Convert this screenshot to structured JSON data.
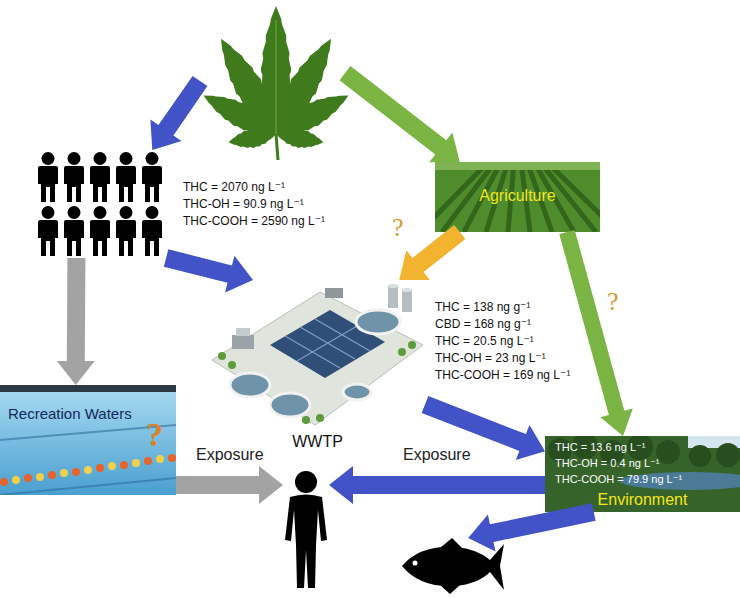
{
  "diagram": {
    "nodes": [
      {
        "text": []
      },
      {
        "text": [
          "THC = 2070 ng L⁻¹",
          "THC-OH = 90.9 ng L⁻¹",
          "THC-COOH = 2590 ng L⁻¹"
        ]
      },
      {
        "text": [
          "Agriculture"
        ]
      },
      {
        "text": [
          "THC = 138 ng g⁻¹",
          "CBD = 168 ng g⁻¹",
          "THC = 20.5 ng L⁻¹",
          "THC-OH = 23 ng L⁻¹",
          "THC-COOH = 169 ng L⁻¹",
          "WWTP"
        ]
      },
      {
        "text": [
          "Recreation Waters",
          "?"
        ]
      },
      {
        "text": [
          "THC = 13.6 ng L⁻¹",
          "THC-OH = 0.4 ng L⁻¹",
          "THC-COOH = 79.9 ng L⁻¹",
          "Environment"
        ]
      },
      {
        "text": []
      },
      {
        "text": []
      }
    ],
    "edges": [
      {
        "from": 0,
        "to": 1,
        "arrow": "to"
      },
      {
        "from": 0,
        "to": 2,
        "arrow": "to"
      },
      {
        "from": 1,
        "to": 3,
        "arrow": "to"
      },
      {
        "from": 1,
        "to": 4,
        "arrow": "to"
      },
      {
        "from": 2,
        "to": 3,
        "label": "?",
        "arrow": "to"
      },
      {
        "from": 2,
        "to": 5,
        "label": "?",
        "arrow": "to"
      },
      {
        "from": 3,
        "to": 5,
        "arrow": "to"
      },
      {
        "from": 4,
        "to": 6,
        "label": "Exposure",
        "arrow": "to"
      },
      {
        "from": 5,
        "to": 6,
        "label": "Exposure",
        "arrow": "to"
      },
      {
        "from": 5,
        "to": 7,
        "arrow": "to"
      }
    ]
  }
}
